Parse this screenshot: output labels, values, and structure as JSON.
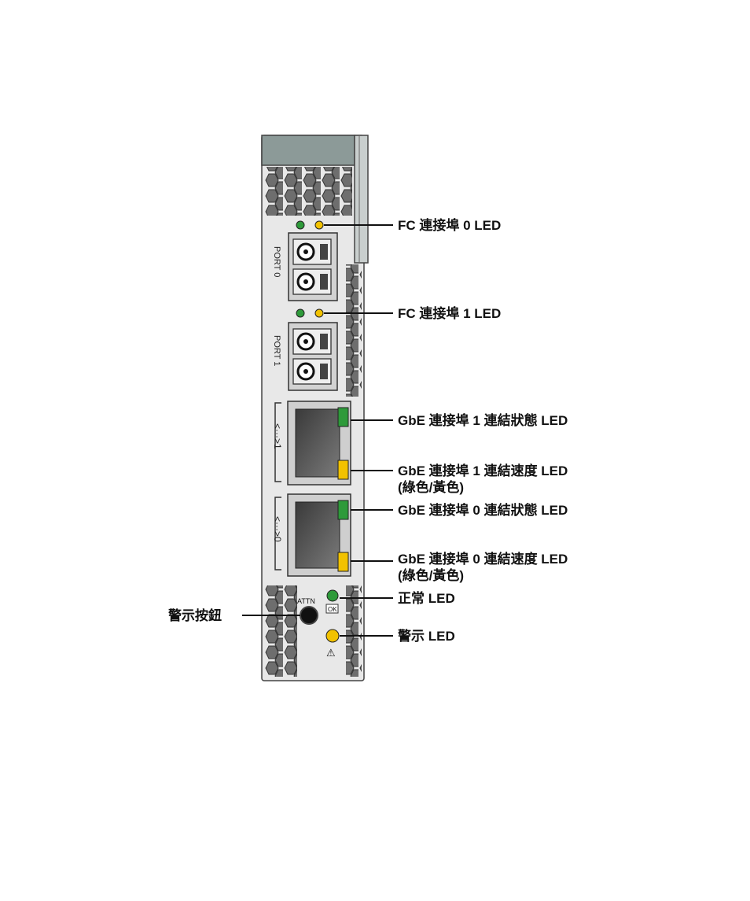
{
  "labels": {
    "fc_port0_led": "FC 連接埠 0 LED",
    "fc_port1_led": "FC 連接埠 1 LED",
    "gbe1_link_led": "GbE 連接埠 1 連結狀態 LED",
    "gbe1_speed_led": "GbE 連接埠 1 連結速度 LED",
    "gbe1_speed_led_sub": "(綠色/黃色)",
    "gbe0_link_led": "GbE 連接埠 0 連結狀態 LED",
    "gbe0_speed_led": "GbE 連接埠 0 連結速度 LED",
    "gbe0_speed_led_sub": "(綠色/黃色)",
    "ok_led": "正常 LED",
    "attention_led": "警示 LED",
    "attention_button": "警示按鈕"
  },
  "panel": {
    "port0_text": "PORT 0",
    "port1_text": "PORT 1",
    "gbe1_mark": "<···>1",
    "gbe0_mark": "<···>0",
    "attn_text": "ATTN",
    "ok_text": "OK",
    "warn_symbol": "⚠"
  },
  "colors": {
    "led_green": "#2e9a3a",
    "led_amber": "#f2c200",
    "panel": "#e6e6e6"
  }
}
